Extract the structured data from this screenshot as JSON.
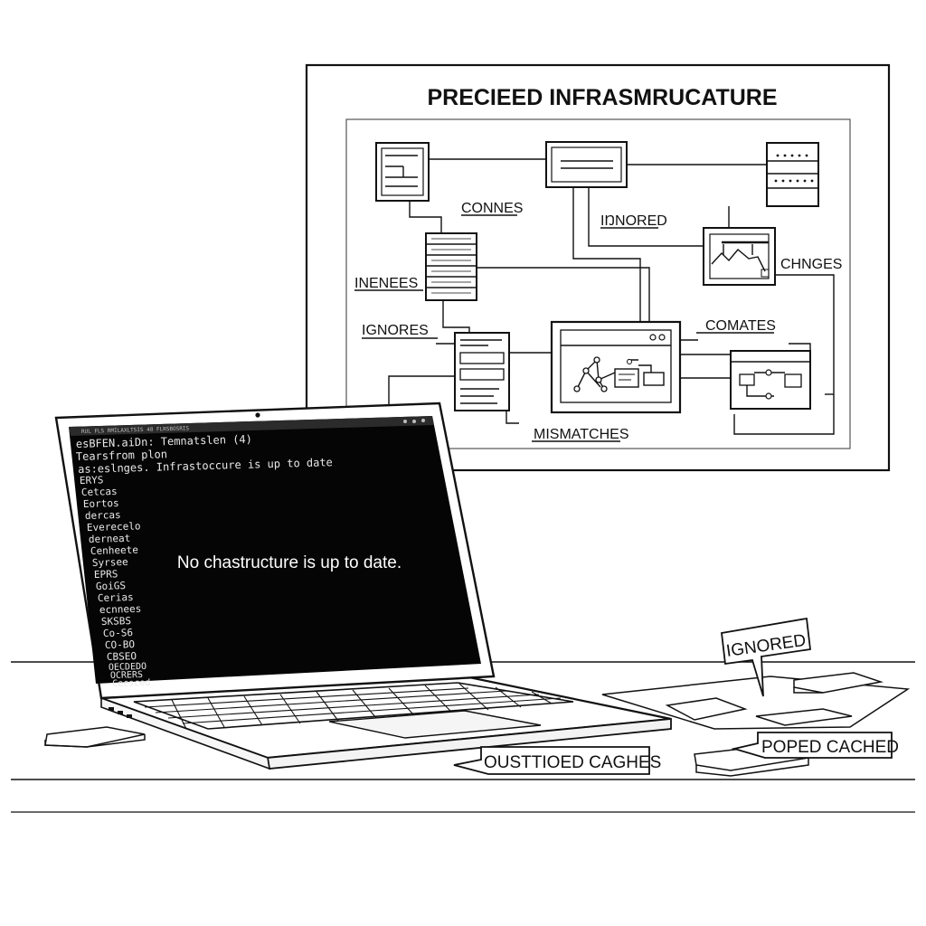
{
  "poster": {
    "title": "PRECIEED INFRASMRUCATURE",
    "labels": {
      "connes": "CONNES",
      "ignored": "IŊNORED",
      "inenees": "INENEES",
      "ignores": "IGNORES",
      "changes": "CHNGES",
      "comates": "COMATES",
      "mismatches": "MISMATCHES"
    }
  },
  "terminal": {
    "window_title": "RUL FLS RMILAXLTSIS 48 FLRSBOSRIS",
    "lines": [
      "esBFEN.aiDn: Temnatslen (4)",
      "Tearsfrom plon",
      "as:eslnges. Infrastoccure is up to date",
      "ERYS",
      "Cetcas",
      "Eortos",
      "dercas",
      "Everecelo",
      "derneat",
      "Cenheete",
      "Syrsee",
      "EPRS",
      "GoiGS",
      "Cerias",
      "ecnnees",
      "SKSBS",
      "Co-S6",
      "CO-BO",
      "CBSEO",
      "OECDEDO",
      "OCRERS",
      "Cecsced"
    ],
    "message": "No chastructure is up to date."
  },
  "desk_labels": {
    "ignored": "IGNORED",
    "oustioed_caches": "OUSTTIOED CAGHES",
    "poped_cached": "POPED CACHED"
  }
}
